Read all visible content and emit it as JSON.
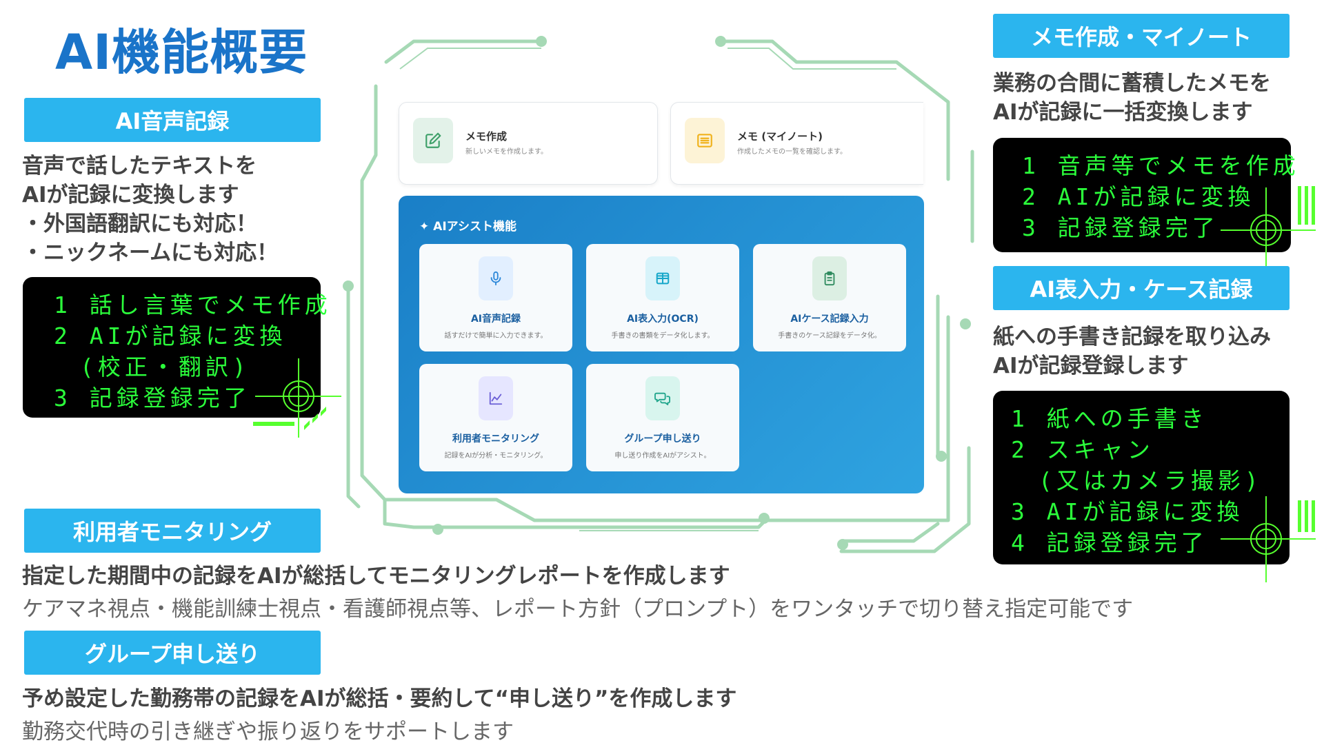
{
  "title": "AI機能概要",
  "left": {
    "voice": {
      "banner": "AI音声記録",
      "desc": [
        "音声で話したテキストを",
        "AIが記録に変換します",
        "・外国語翻訳にも対応！",
        "・ニックネームにも対応！"
      ],
      "terminal": [
        "1 話し言葉でメモ作成",
        "2 AIが記録に変換",
        "  (校正・翻訳)",
        "3 記録登録完了"
      ]
    },
    "monitoring": {
      "banner": "利用者モニタリング",
      "desc_bold": "指定した期間中の記録をAIが総括してモニタリングレポートを作成します",
      "desc_light": "ケアマネ視点・機能訓練士視点・看護師視点等、レポート方針（プロンプト）をワンタッチで切り替え指定可能です"
    },
    "handover": {
      "banner": "グループ申し送り",
      "desc_bold": "予め設定した勤務帯の記録をAIが総括・要約して“申し送り”を作成します",
      "desc_light": "勤務交代時の引き継ぎや振り返りをサポートします"
    }
  },
  "right": {
    "memo": {
      "banner": "メモ作成・マイノート",
      "desc": [
        "業務の合間に蓄積したメモを",
        "AIが記録に一括変換します"
      ],
      "terminal": [
        "1 音声等でメモを作成",
        "2 AIが記録に変換",
        "3 記録登録完了"
      ]
    },
    "ocr": {
      "banner": "AI表入力・ケース記録",
      "desc": [
        "紙への手書き記録を取り込み",
        "AIが記録登録します"
      ],
      "terminal": [
        "1 紙への手書き",
        "2 スキャン",
        "  (又はカメラ撮影)",
        "3 AIが記録に変換",
        "4 記録登録完了"
      ]
    }
  },
  "app": {
    "top_cards": [
      {
        "title": "メモ作成",
        "sub": "新しいメモを作成します。",
        "icon": "pencil-square-icon",
        "color": "#3fa06a",
        "bg": "#e3f2e9"
      },
      {
        "title": "メモ (マイノート)",
        "sub": "作成したメモの一覧を確認します。",
        "icon": "list-icon",
        "color": "#f0b21c",
        "bg": "#fdf3d6"
      }
    ],
    "assist": {
      "title": "✦ AIアシスト機能",
      "cards": [
        {
          "title": "AI音声記録",
          "sub": "話すだけで簡単に入力できます。",
          "icon": "microphone-icon",
          "color": "#2a86d8",
          "bg": "#e2efff"
        },
        {
          "title": "AI表入力(OCR)",
          "sub": "手書きの書類をデータ化します。",
          "icon": "table-icon",
          "color": "#17a7c9",
          "bg": "#d7f3fa"
        },
        {
          "title": "AIケース記録入力",
          "sub": "手書きのケース記録をデータ化。",
          "icon": "clipboard-icon",
          "color": "#2e8a5e",
          "bg": "#dcefe3"
        },
        {
          "title": "利用者モニタリング",
          "sub": "記録をAIが分析・モニタリング。",
          "icon": "chart-line-icon",
          "color": "#6b5fd6",
          "bg": "#e6e6ff"
        },
        {
          "title": "グループ申し送り",
          "sub": "申し送り作成をAIがアシスト。",
          "icon": "chat-bubbles-icon",
          "color": "#20a58c",
          "bg": "#d8f5ee"
        }
      ]
    }
  },
  "colors": {
    "banner": "#2bb5ee",
    "title": "#1a74c9",
    "terminal_text": "#2bff3b",
    "circuit": "#a6d9b5",
    "neon": "#56ff2e"
  }
}
